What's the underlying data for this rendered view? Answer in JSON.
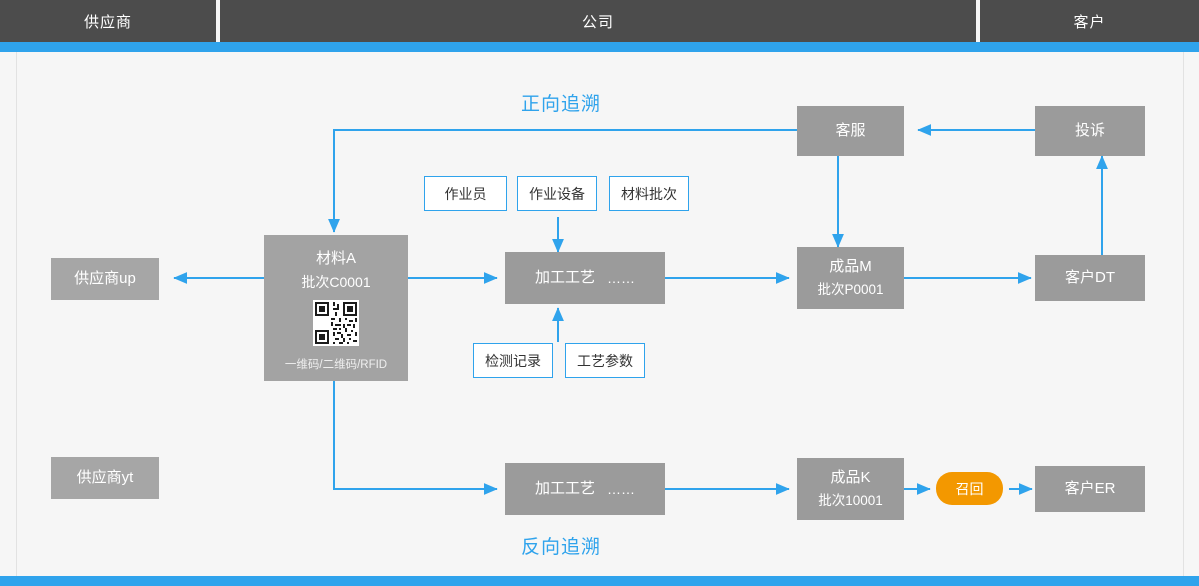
{
  "header": {
    "columns": [
      {
        "label": "供应商",
        "name": "header-supplier"
      },
      {
        "label": "公司",
        "name": "header-company"
      },
      {
        "label": "客户",
        "name": "header-customer"
      }
    ]
  },
  "titles": {
    "forward": "正向追溯",
    "backward": "反向追溯"
  },
  "nodes": {
    "supplier_up": "供应商up",
    "supplier_yt": "供应商yt",
    "material": {
      "name": "材料A",
      "batch": "批次C0001",
      "code_types": "一维码/二维码/RFID",
      "qr_alt": "qrcode-icon"
    },
    "process_top_line1": "加工工艺",
    "process_top_line2": "……",
    "process_bottom_line1": "加工工艺",
    "process_bottom_line2": "……",
    "product_m_name": "成品M",
    "product_m_batch": "批次P0001",
    "product_k_name": "成品K",
    "product_k_batch": "批次10001",
    "customer_service": "客服",
    "complaint": "投诉",
    "customer_dt": "客户DT",
    "customer_er": "客户ER",
    "recall": "召回"
  },
  "attributes": {
    "operator": "作业员",
    "equipment": "作业设备",
    "material_batch": "材料批次",
    "inspection_record": "检测记录",
    "process_params": "工艺参数"
  },
  "colors": {
    "header_bg": "#4c4c4c",
    "accent_blue": "#2fa3ec",
    "node_gray": "#9b9b9b",
    "material_gray": "#a3a3a3",
    "recall_orange": "#f39800",
    "canvas_bg": "#f6f6f6"
  }
}
